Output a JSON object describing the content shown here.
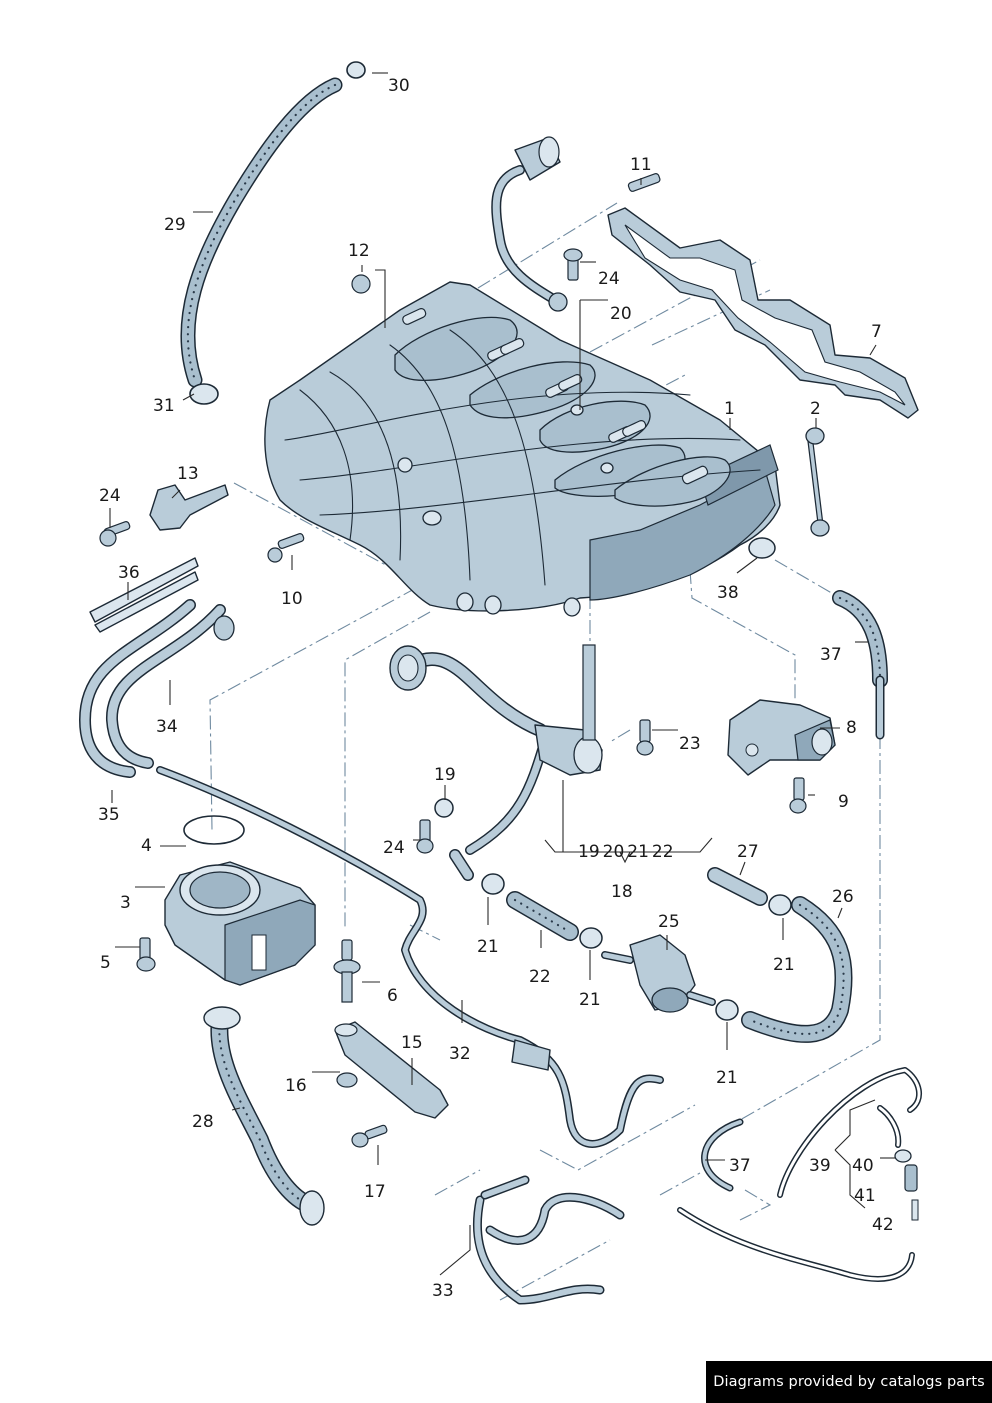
{
  "labels": [
    {
      "id": "1",
      "text": "1"
    },
    {
      "id": "2",
      "text": "2"
    },
    {
      "id": "3",
      "text": "3"
    },
    {
      "id": "4",
      "text": "4"
    },
    {
      "id": "5",
      "text": "5"
    },
    {
      "id": "6",
      "text": "6"
    },
    {
      "id": "7",
      "text": "7"
    },
    {
      "id": "8",
      "text": "8"
    },
    {
      "id": "9",
      "text": "9"
    },
    {
      "id": "10",
      "text": "10"
    },
    {
      "id": "11",
      "text": "11"
    },
    {
      "id": "12",
      "text": "12"
    },
    {
      "id": "13",
      "text": "13"
    },
    {
      "id": "15",
      "text": "15"
    },
    {
      "id": "16",
      "text": "16"
    },
    {
      "id": "17",
      "text": "17"
    },
    {
      "id": "18",
      "text": "18"
    },
    {
      "id": "19",
      "text": "19"
    },
    {
      "id": "19b",
      "text": "19"
    },
    {
      "id": "20",
      "text": "20"
    },
    {
      "id": "20b",
      "text": "20"
    },
    {
      "id": "21a",
      "text": "21"
    },
    {
      "id": "21b",
      "text": "21"
    },
    {
      "id": "21c",
      "text": "21"
    },
    {
      "id": "21d",
      "text": "21"
    },
    {
      "id": "21e",
      "text": "21"
    },
    {
      "id": "22",
      "text": "22"
    },
    {
      "id": "22b",
      "text": "22"
    },
    {
      "id": "23",
      "text": "23"
    },
    {
      "id": "24a",
      "text": "24"
    },
    {
      "id": "24b",
      "text": "24"
    },
    {
      "id": "24c",
      "text": "24"
    },
    {
      "id": "25",
      "text": "25"
    },
    {
      "id": "26",
      "text": "26"
    },
    {
      "id": "27",
      "text": "27"
    },
    {
      "id": "28",
      "text": "28"
    },
    {
      "id": "29",
      "text": "29"
    },
    {
      "id": "30",
      "text": "30"
    },
    {
      "id": "31",
      "text": "31"
    },
    {
      "id": "32",
      "text": "32"
    },
    {
      "id": "33",
      "text": "33"
    },
    {
      "id": "34",
      "text": "34"
    },
    {
      "id": "35",
      "text": "35"
    },
    {
      "id": "36",
      "text": "36"
    },
    {
      "id": "37a",
      "text": "37"
    },
    {
      "id": "37b",
      "text": "37"
    },
    {
      "id": "38",
      "text": "38"
    },
    {
      "id": "39",
      "text": "39"
    },
    {
      "id": "40",
      "text": "40"
    },
    {
      "id": "41",
      "text": "41"
    },
    {
      "id": "42",
      "text": "42"
    },
    {
      "id": "21sep",
      "text": "21"
    }
  ],
  "footer": {
    "text": "Diagrams provided by catalogs parts"
  },
  "colors": {
    "part_fill": "#b9ccd9",
    "part_shade": "#8fa8ba",
    "part_light": "#dbe6ee",
    "line": "#1d2a36",
    "dash": "#6f8aa0"
  }
}
